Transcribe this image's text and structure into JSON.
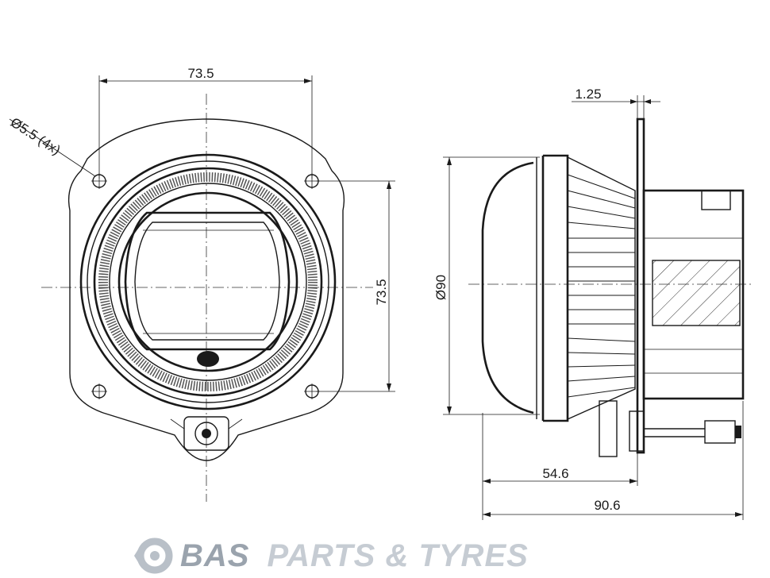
{
  "drawing": {
    "front_view": {
      "width_label": "73.5",
      "height_label": "73.5",
      "hole_label": "Ø5.5  (4x)"
    },
    "side_view": {
      "flange_label": "1.25",
      "diameter_label": "Ø90",
      "depth_front_label": "54.6",
      "depth_total_label": "90.6"
    }
  },
  "watermark": {
    "brand_bold": "BAS",
    "brand_rest": "PARTS & TYRES",
    "bold_color": "#9aa3ad",
    "rest_color": "#c6ccd3",
    "logo": "bas-logo-icon"
  }
}
